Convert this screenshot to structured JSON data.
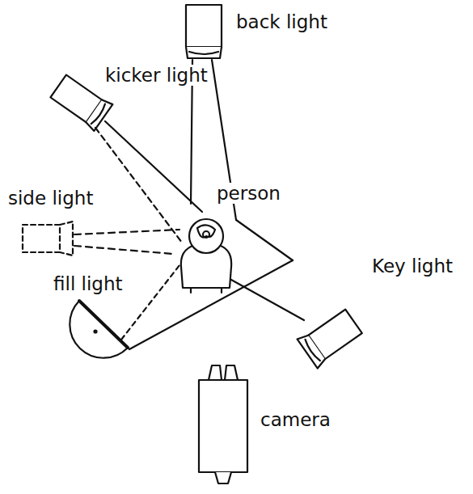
{
  "diagram": {
    "labels": [
      "back light",
      "kicker light",
      "side light",
      "person",
      "Key light",
      "fill light",
      "camera"
    ]
  }
}
